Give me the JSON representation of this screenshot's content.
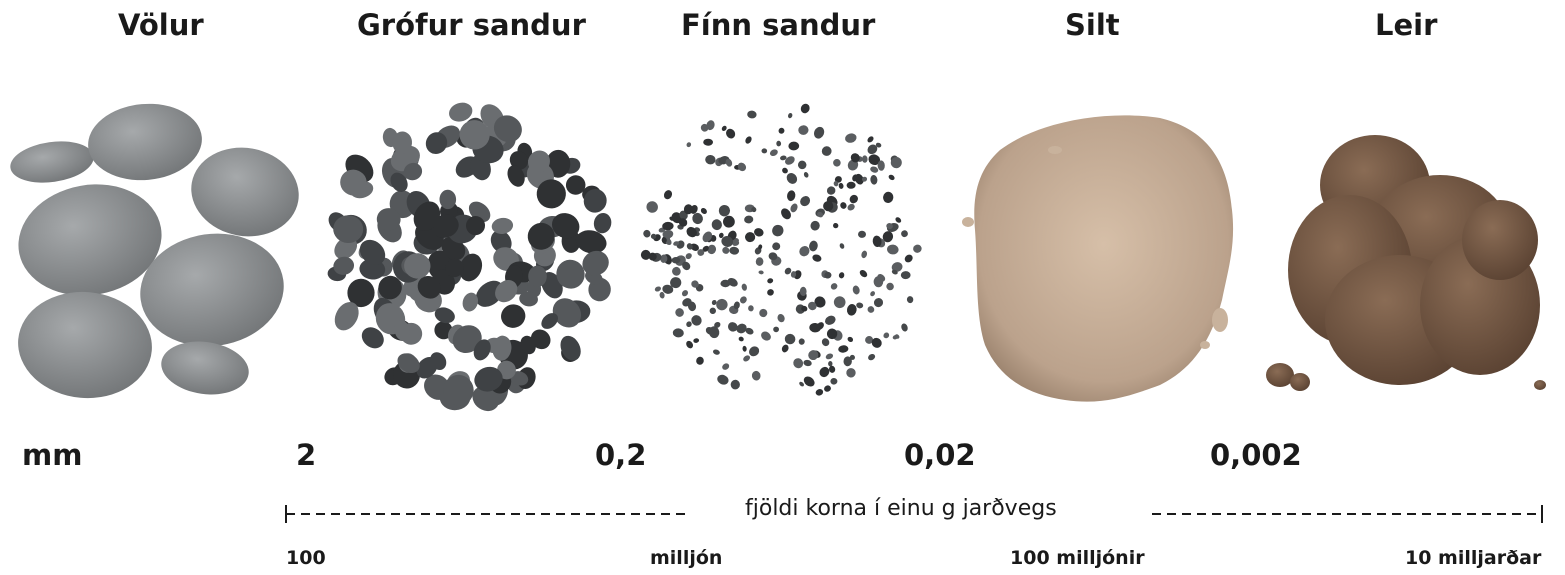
{
  "categories": {
    "volur": "Völur",
    "grofur_sandur": "Grófur sandur",
    "finn_sandur": "Fínn sandur",
    "silt": "Silt",
    "leir": "Leir"
  },
  "size_scale": {
    "unit": "mm",
    "boundaries": [
      "2",
      "0,2",
      "0,02",
      "0,002"
    ]
  },
  "grain_count": {
    "caption": "fjöldi korna í einu g jarðvegs",
    "labels": [
      "100",
      "milljón",
      "100 milljónir",
      "10 milljarðar"
    ]
  },
  "colors": {
    "text": "#1a1a1a",
    "pebble": "#8a8d8f",
    "coarse_sand": "#4a4d50",
    "fine_sand": "#3a3c3e",
    "silt": "#c2ab95",
    "clay": "#6e5440"
  }
}
